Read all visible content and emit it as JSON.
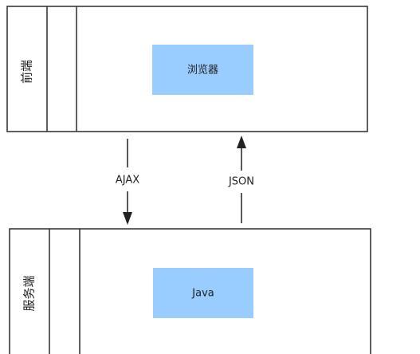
{
  "colors": {
    "frame_stroke": "#2b2b2b",
    "component_fill": "#99ccff",
    "arrow": "#222222",
    "background": "#ffffff"
  },
  "lanes": {
    "frontend": {
      "label": "前端",
      "component": "浏览器"
    },
    "backend": {
      "label": "服务端",
      "component": "Java"
    }
  },
  "edges": {
    "request": {
      "label": "AJAX",
      "direction": "down"
    },
    "response": {
      "label": "JSON",
      "direction": "up"
    }
  }
}
